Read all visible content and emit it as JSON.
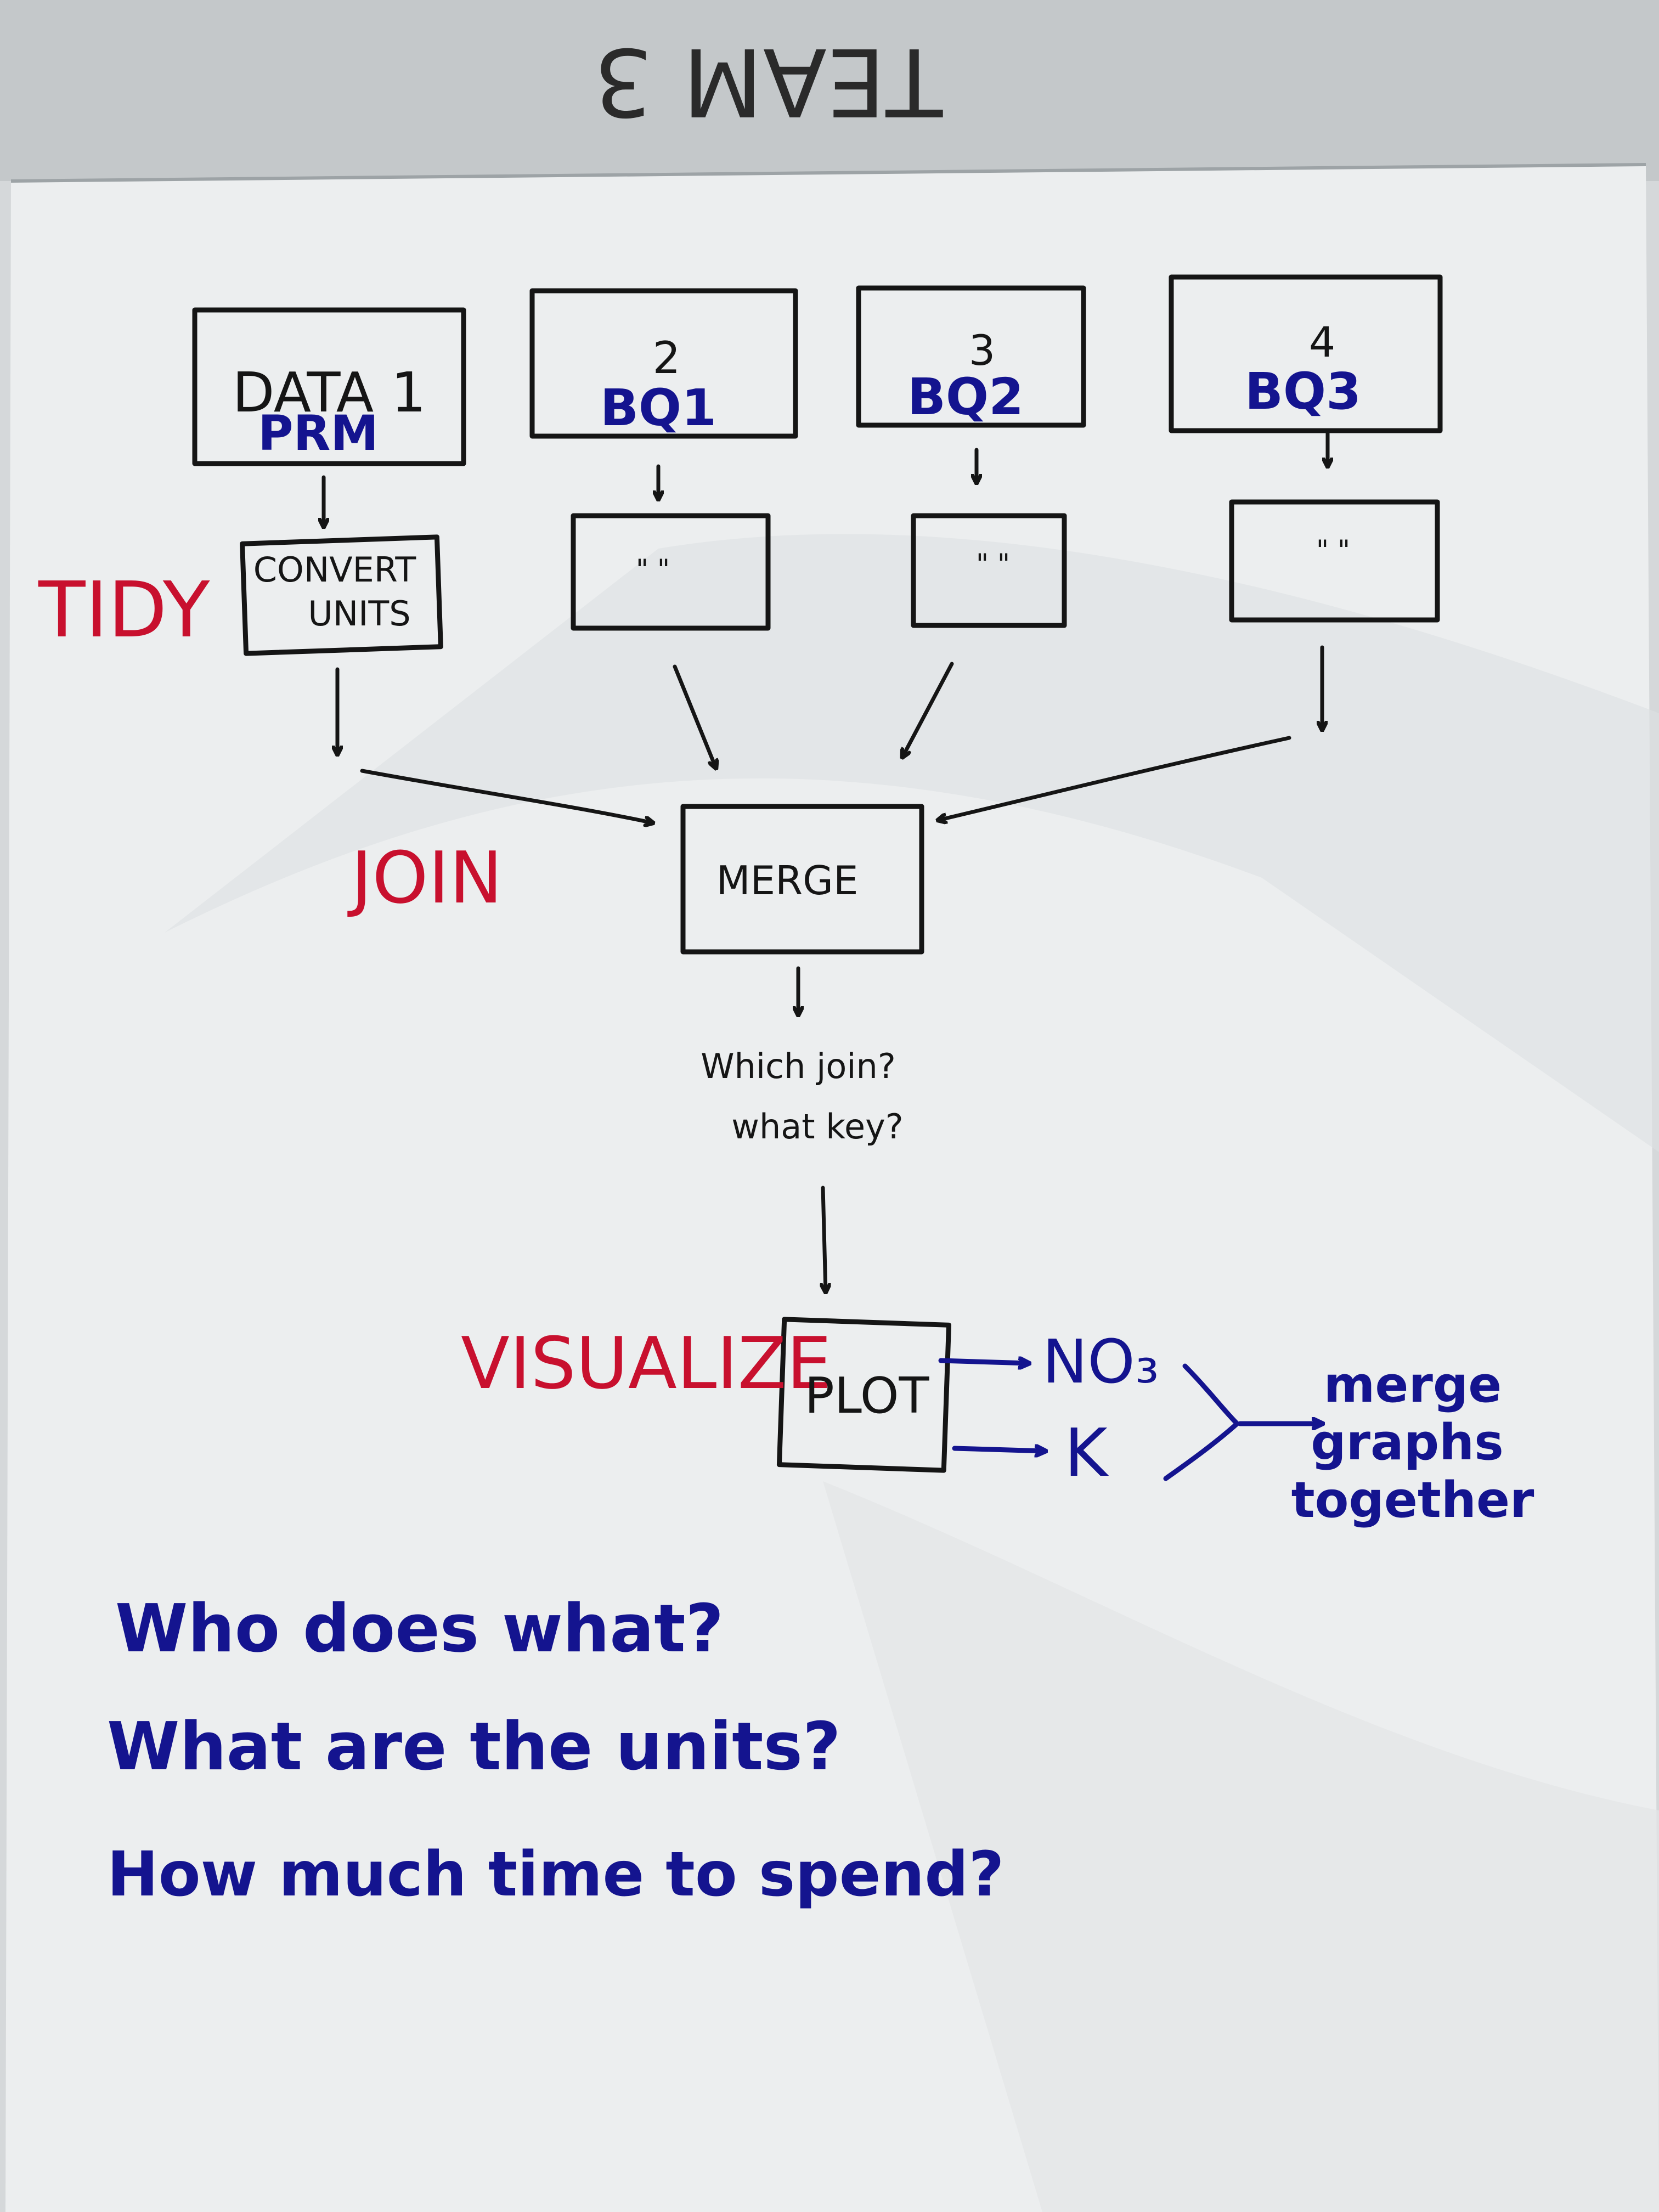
{
  "header": {
    "title": "TEAM 3"
  },
  "stages": {
    "tidy": "TIDY",
    "join": "JOIN",
    "visualize": "VISUALIZE"
  },
  "sources": [
    {
      "number": "DATA 1",
      "name": "PRM"
    },
    {
      "number": "2",
      "name": "BQ1"
    },
    {
      "number": "3",
      "name": "BQ2"
    },
    {
      "number": "4",
      "name": "BQ3"
    }
  ],
  "tidy_steps": [
    {
      "line1": "CONVERT",
      "line2": "UNITS"
    },
    {
      "ditto": "\" \""
    },
    {
      "ditto": "\" \""
    },
    {
      "ditto": "\" \""
    }
  ],
  "merge": {
    "label": "MERGE"
  },
  "join_questions": [
    "Which join?",
    "what key?"
  ],
  "plot": {
    "label": "PLOT",
    "outputs": [
      "NO₃",
      "K"
    ],
    "combine": [
      "merge",
      "graphs",
      "together"
    ]
  },
  "questions": [
    "Who does what?",
    "What are the units?",
    "How much time to spend?"
  ],
  "colors": {
    "paper": "#eceeef",
    "black_marker": "#151515",
    "blue_marker": "#14148f",
    "red_marker": "#c8102e"
  }
}
